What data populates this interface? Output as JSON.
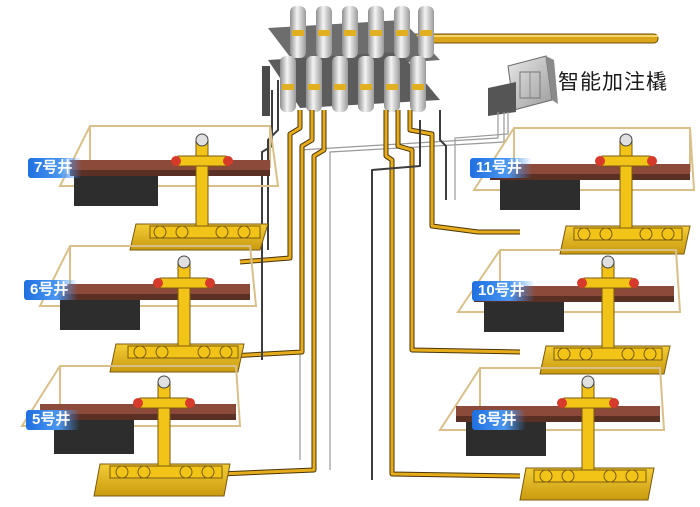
{
  "skid": {
    "title": "智能加注橇"
  },
  "wells": [
    {
      "id": "w7",
      "label": "7号井"
    },
    {
      "id": "w6",
      "label": "6号井"
    },
    {
      "id": "w5",
      "label": "5号井"
    },
    {
      "id": "w11",
      "label": "11号井"
    },
    {
      "id": "w10",
      "label": "10号井"
    },
    {
      "id": "w8",
      "label": "8号井"
    }
  ],
  "colors": {
    "pipe": "#e0aa1a",
    "pipe_dark": "#7a5a10",
    "structure": "#8b4a3a",
    "rail": "#d9c08a",
    "equipment": "#f2c418",
    "valve_red": "#d63a2a",
    "label_blue": "#2f7ff0",
    "steel": "#c8c8c8"
  }
}
